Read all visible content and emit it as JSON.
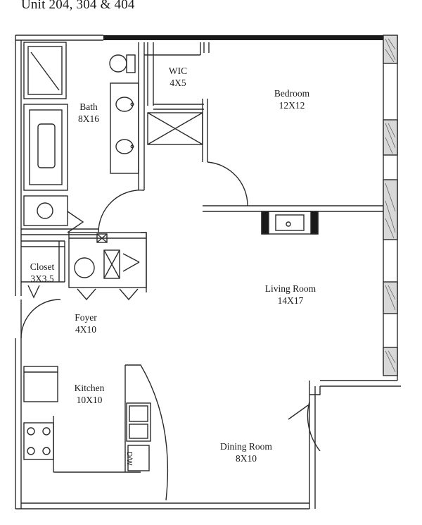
{
  "header": {
    "title": "Unit 204, 304 & 404"
  },
  "rooms": [
    {
      "id": "wic",
      "name": "WIC",
      "size": "4X5"
    },
    {
      "id": "bedroom",
      "name": "Bedroom",
      "size": "12X12"
    },
    {
      "id": "bath",
      "name": "Bath",
      "size": "8X16"
    },
    {
      "id": "closet",
      "name": "Closet",
      "size": "3X3.5"
    },
    {
      "id": "living",
      "name": "Living Room",
      "size": "14X17"
    },
    {
      "id": "foyer",
      "name": "Foyer",
      "size": "4X10"
    },
    {
      "id": "kitchen",
      "name": "Kitchen",
      "size": "10X10"
    },
    {
      "id": "dining",
      "name": "Dining Room",
      "size": "8X10"
    }
  ],
  "fixtures": {
    "dishwasher_label": "D/W"
  },
  "colors": {
    "wall": "#1a1a1a",
    "window_fill": "#d8d8d8",
    "line": "#2a2a2a"
  }
}
